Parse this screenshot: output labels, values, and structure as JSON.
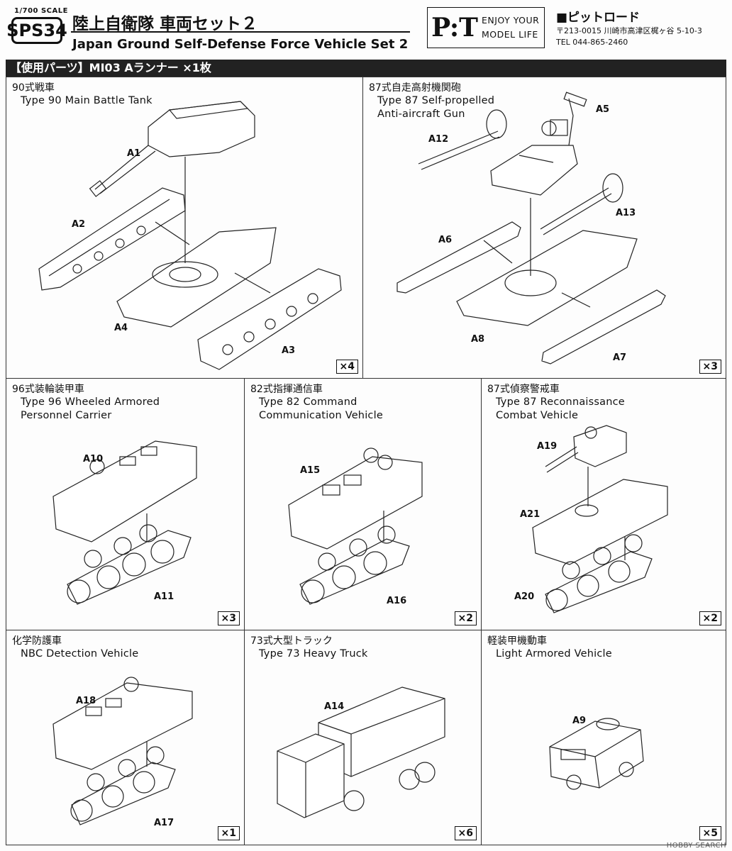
{
  "header": {
    "scale": "1/700 SCALE",
    "product_code": "SPS34",
    "title_jp": "陸上自衛隊 車両セット２",
    "title_en": "Japan Ground Self-Defense Force Vehicle Set 2",
    "logo_mark": "P:T",
    "logo_line1": "ENJOY YOUR",
    "logo_line2": "MODEL LIFE",
    "maker_name": "■ピットロード",
    "address_line": "〒213-0015 川崎市高津区梶ヶ谷 5-10-3",
    "tel_line": "TEL 044-865-2460"
  },
  "parts_bar": "【使用パーツ】MI03 Aランナー ×1枚",
  "vehicles": [
    {
      "name_jp": "90式戦車",
      "name_en": [
        "Type 90 Main Battle Tank"
      ],
      "qty": "×4",
      "parts": [
        "A1",
        "A2",
        "A3",
        "A4"
      ]
    },
    {
      "name_jp": "87式自走高射機関砲",
      "name_en": [
        "Type 87 Self-propelled",
        "Anti-aircraft Gun"
      ],
      "qty": "×3",
      "parts": [
        "A5",
        "A12",
        "A13",
        "A6",
        "A8",
        "A7"
      ]
    },
    {
      "name_jp": "96式装輪装甲車",
      "name_en": [
        "Type 96 Wheeled Armored",
        "Personnel Carrier"
      ],
      "qty": "×3",
      "parts": [
        "A10",
        "A11"
      ]
    },
    {
      "name_jp": "82式指揮通信車",
      "name_en": [
        "Type 82 Command",
        "Communication Vehicle"
      ],
      "qty": "×2",
      "parts": [
        "A15",
        "A16"
      ]
    },
    {
      "name_jp": "87式偵察警戒車",
      "name_en": [
        "Type 87 Reconnaissance",
        "Combat Vehicle"
      ],
      "qty": "×2",
      "parts": [
        "A19",
        "A21",
        "A20"
      ]
    },
    {
      "name_jp": "化学防護車",
      "name_en": [
        "NBC Detection Vehicle"
      ],
      "qty": "×1",
      "parts": [
        "A18",
        "A17"
      ]
    },
    {
      "name_jp": "73式大型トラック",
      "name_en": [
        "Type 73 Heavy Truck"
      ],
      "qty": "×6",
      "parts": [
        "A14"
      ]
    },
    {
      "name_jp": "軽装甲機動車",
      "name_en": [
        "Light Armored Vehicle"
      ],
      "qty": "×5",
      "parts": [
        "A9"
      ]
    }
  ],
  "watermark": "HOBBY SEARCH"
}
